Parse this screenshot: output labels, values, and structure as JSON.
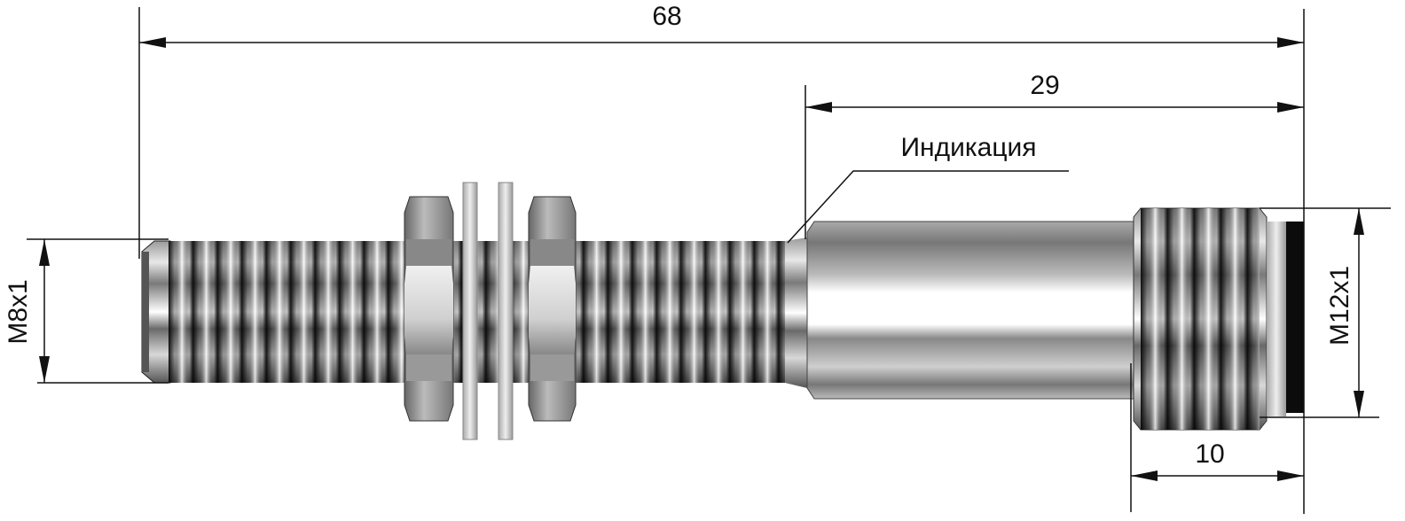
{
  "dimensions": {
    "overall_length": "68",
    "rear_section_length": "29",
    "connector_length": "10",
    "front_thread": "M8x1",
    "connector_thread": "M12x1"
  },
  "labels": {
    "indication": "Индикация"
  },
  "colors": {
    "line": "#111111",
    "metal_dark": "#1a1a1a",
    "metal_light": "#f4f4f4",
    "seal": "#0c0c0c"
  }
}
